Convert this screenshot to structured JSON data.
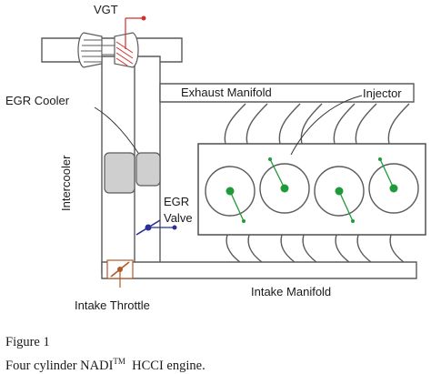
{
  "labels": {
    "vgt": "VGT",
    "egr_cooler": "EGR Cooler",
    "exhaust_manifold": "Exhaust Manifold",
    "injector": "Injector",
    "intercooler": "Intercooler",
    "egr_valve_line1": "EGR",
    "egr_valve_line2": "Valve",
    "intake_manifold": "Intake Manifold",
    "intake_throttle": "Intake Throttle"
  },
  "caption": {
    "figure": "Figure 1",
    "text_before_tm": "Four cylinder NADI",
    "tm": "TM",
    "text_after_tm": "  HCCI engine."
  },
  "engine": {
    "cylinder_count": 4
  },
  "colors": {
    "outline": "#5a5a5a",
    "cooler_fill": "#cfcfcf",
    "injector_green": "#1f9a3a",
    "valve_blue": "#2a2f9a",
    "throttle_brown": "#b05a2a",
    "vgt_red": "#d0302b"
  }
}
